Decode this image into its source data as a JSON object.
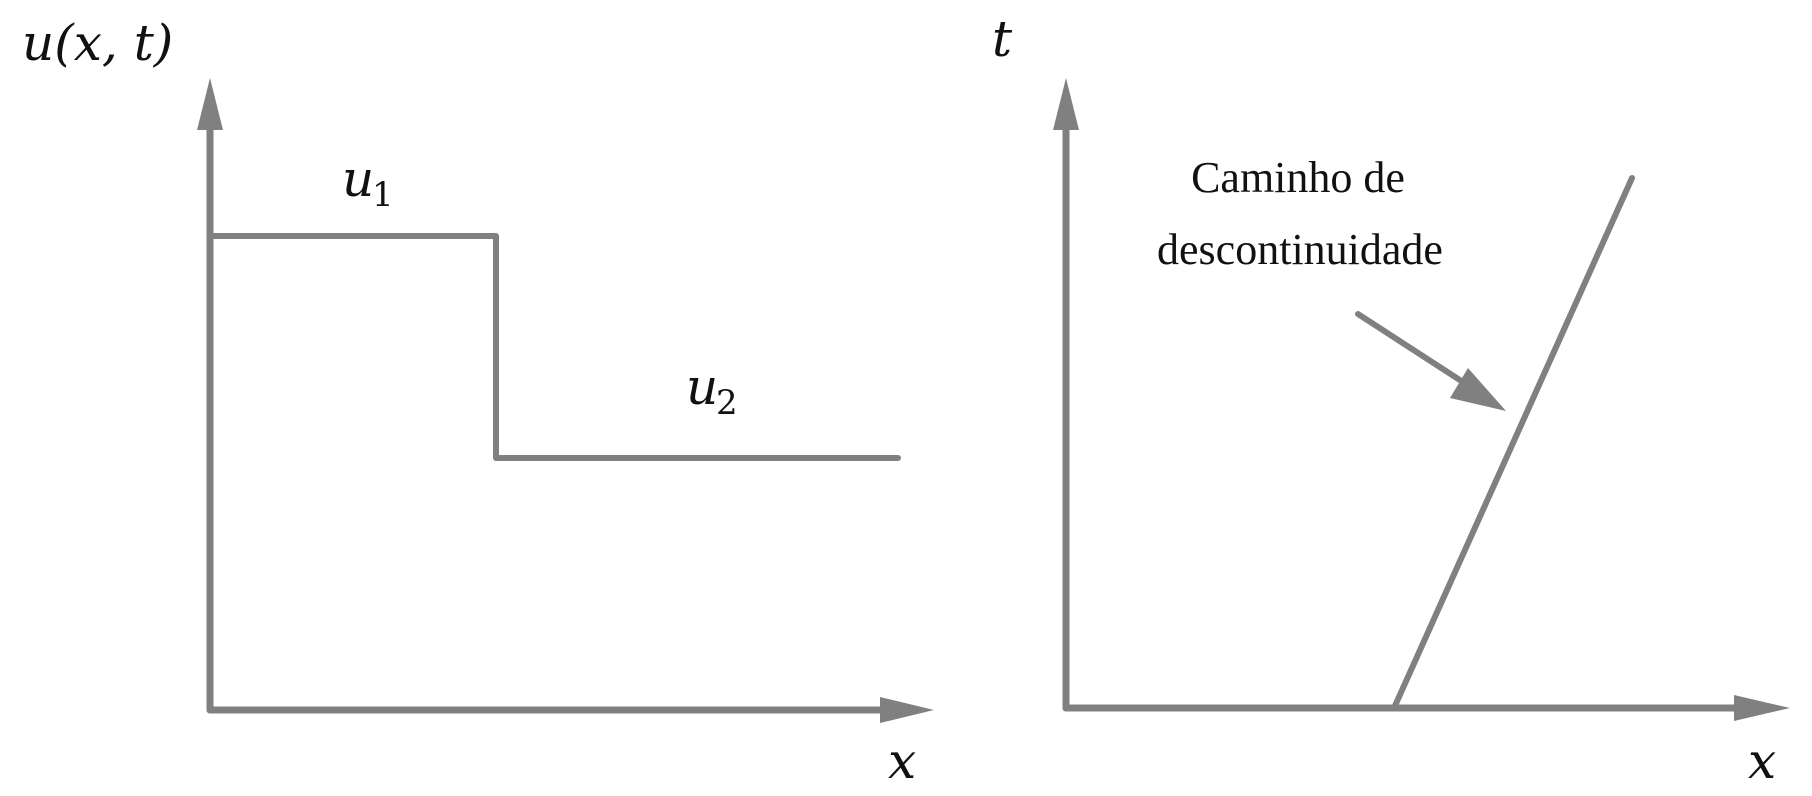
{
  "left_panel": {
    "y_axis_label": "u(x, t)",
    "x_axis_label": "x",
    "state_left": {
      "symbol": "u",
      "index": "1"
    },
    "state_right": {
      "symbol": "u",
      "index": "2"
    }
  },
  "right_panel": {
    "y_axis_label": "t",
    "x_axis_label": "x",
    "annotation_line1": "Caminho de",
    "annotation_line2": "descontinuidade"
  },
  "colors": {
    "lines": "#808080",
    "text": "#111111"
  }
}
